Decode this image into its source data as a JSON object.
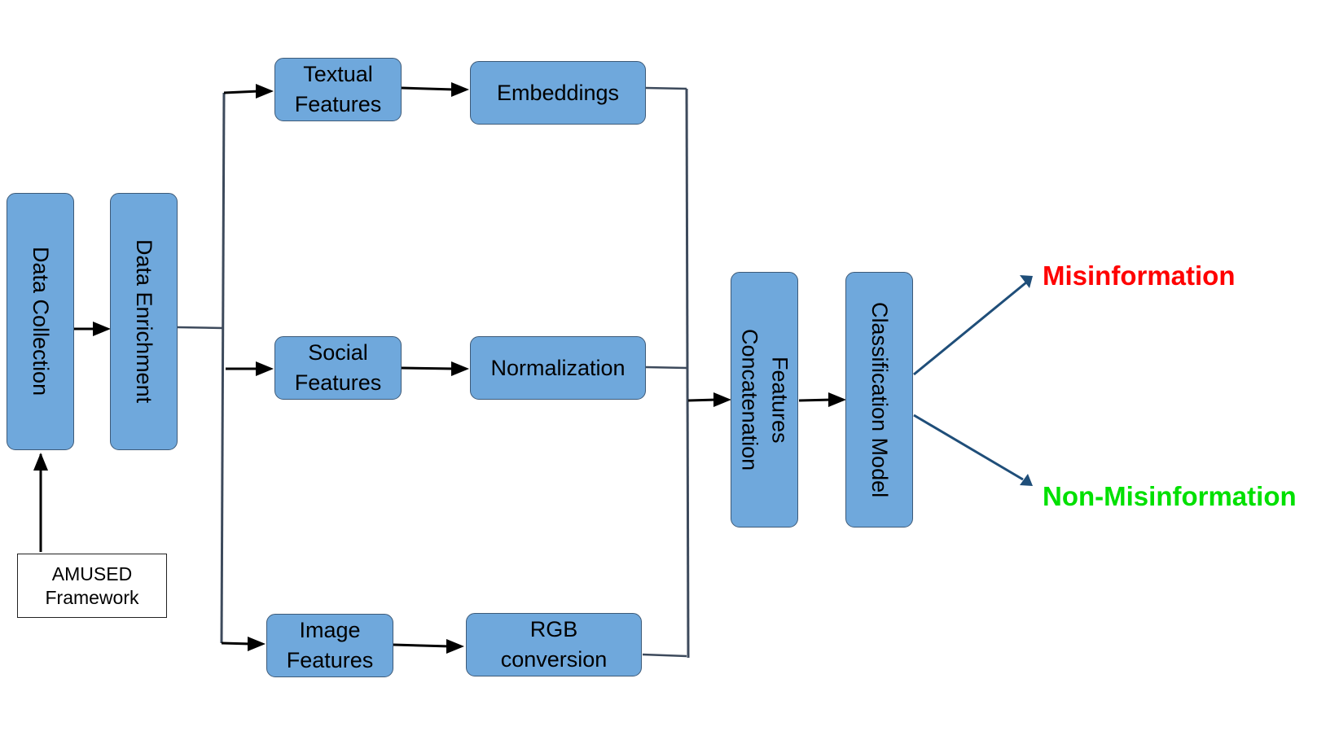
{
  "nodes": {
    "data_collection": "Data Collection",
    "data_enrichment": "Data Enrichment",
    "amused_framework": "AMUSED\nFramework",
    "textual_features": "Textual\nFeatures",
    "social_features": "Social\nFeatures",
    "image_features": "Image\nFeatures",
    "embeddings": "Embeddings",
    "normalization": "Normalization",
    "rgb_conversion": "RGB\nconversion",
    "features_concatenation": "Features\nConcatenation",
    "classification_model": "Classification Model"
  },
  "outcomes": {
    "misinformation": "Misinformation",
    "non_misinformation": "Non-Misinformation"
  },
  "colors": {
    "box_fill": "#6fa8dc",
    "box_border": "#3d5a78",
    "connector": "#3d4a5c",
    "arrow_head": "#000000",
    "outcome_arrow": "#1f4e79",
    "misinformation": "#ff0000",
    "non_misinformation": "#00e000"
  }
}
